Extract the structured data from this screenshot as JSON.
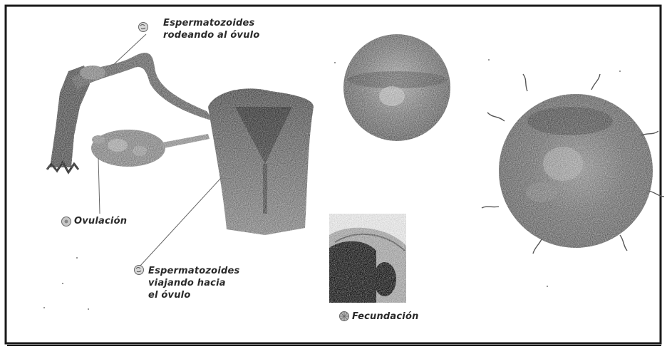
{
  "labels": {
    "sperm_around_ovum": {
      "lines": [
        "Espermatozoides",
        "rodeando al óvulo"
      ],
      "icon": "sperm-marker-icon"
    },
    "ovulation": {
      "lines": [
        "Ovulación"
      ],
      "icon": "ovum-marker-icon"
    },
    "sperm_travelling": {
      "lines": [
        "Espermatozoides",
        "viajando hacia",
        "el óvulo"
      ],
      "icon": "sperm-marker-icon"
    },
    "fertilization": {
      "lines": [
        "Fecundación"
      ],
      "icon": "fertilization-marker-icon"
    }
  },
  "colors": {
    "frame": "#1a1a1a",
    "tissue_dark": "#5a5a5a",
    "tissue_mid": "#8a8a8a",
    "tissue_light": "#c4c4c4",
    "leader_line": "#666666"
  }
}
